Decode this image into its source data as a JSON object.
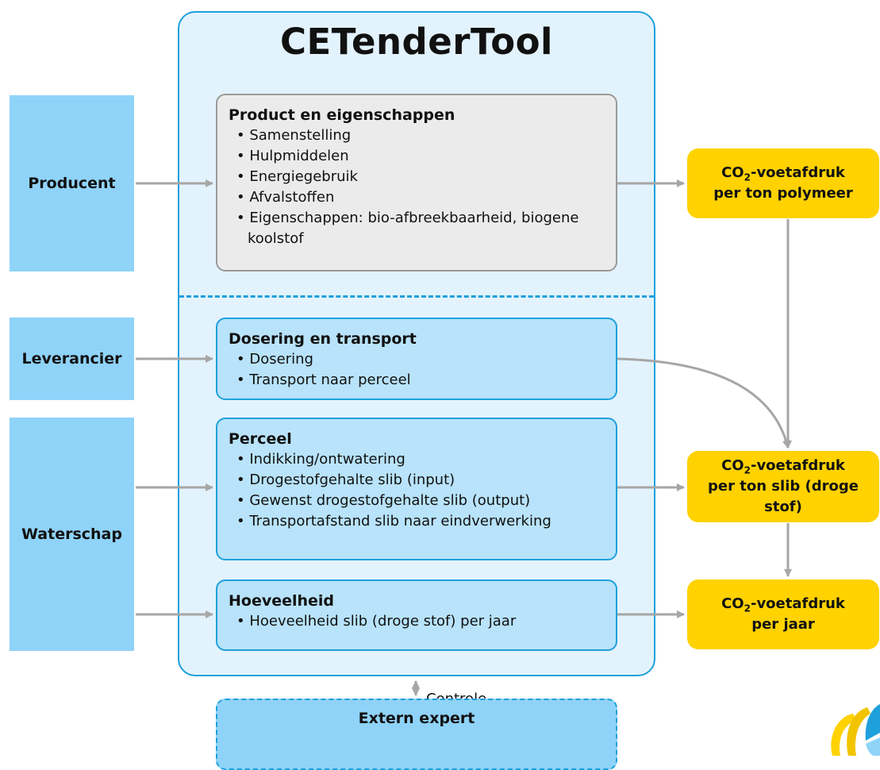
{
  "title": "CETenderTool",
  "actors": {
    "producent": "Producent",
    "leverancier": "Leverancier",
    "waterschap": "Waterschap"
  },
  "product_box": {
    "title": "Product en eigenschappen",
    "items": [
      "Samenstelling",
      "Hulpmiddelen",
      "Energiegebruik",
      "Afvalstoffen",
      "Eigenschappen: bio-afbreekbaarheid, biogene koolstof"
    ]
  },
  "dosering_box": {
    "title": "Dosering en transport",
    "items": [
      "Dosering",
      "Transport naar perceel"
    ]
  },
  "perceel_box": {
    "title": "Perceel",
    "items": [
      "Indikking/ontwatering",
      "Drogestofgehalte slib (input)",
      "Gewenst drogestofgehalte slib (output)",
      "Transportafstand slib naar eindverwerking"
    ]
  },
  "hoeveelheid_box": {
    "title": "Hoeveelheid",
    "items": [
      "Hoeveelheid slib (droge stof) per jaar"
    ]
  },
  "outputs": {
    "polymeer": {
      "co2_prefix": "CO",
      "co2_sub": "2",
      "line1_suffix": "-voetafdruk",
      "line2": "per ton polymeer"
    },
    "slib": {
      "co2_prefix": "CO",
      "co2_sub": "2",
      "line1_suffix": "-voetafdruk",
      "line2": "per ton slib (droge",
      "line3": "stof)"
    },
    "jaar": {
      "co2_prefix": "CO",
      "co2_sub": "2",
      "line1_suffix": "-voetafdruk",
      "line2": "per jaar"
    }
  },
  "controle_label": "Controle",
  "expert_label": "Extern expert",
  "colors": {
    "panel_fill": "#e3f3fd",
    "panel_border": "#1ea0dc",
    "actor_fill": "#8fd3f8",
    "grey_box": "#ebebeb",
    "blue_box": "#b8e3fa",
    "output_fill": "#ffd200",
    "arrow": "#a6a6a6"
  }
}
